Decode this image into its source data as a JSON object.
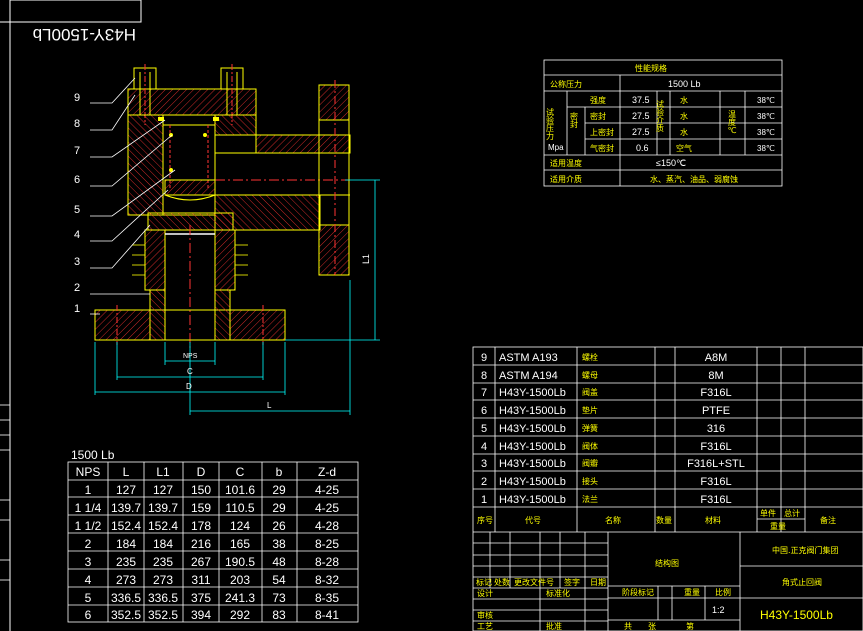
{
  "title_box": "H43Y-1500Lb",
  "part_callouts": [
    "9",
    "8",
    "7",
    "6",
    "5",
    "4",
    "3",
    "2",
    "1"
  ],
  "dimensions": {
    "L1": "L1",
    "NPS": "NPS",
    "C": "C",
    "D": "D",
    "L": "L"
  },
  "perf_table": {
    "title": "性能规格",
    "nominal_pressure_label": "公称压力",
    "nominal_pressure_value": "1500 Lb",
    "test_pressure_label": "试验压力",
    "unit": "Mpa",
    "rows": [
      {
        "name": "强度",
        "value": "37.5",
        "medium": "水",
        "temp": "38℃"
      },
      {
        "name": "密封",
        "value": "27.5",
        "medium": "水",
        "temp": "38℃"
      },
      {
        "name": "上密封",
        "value": "27.5",
        "medium": "水",
        "temp": "38℃"
      },
      {
        "name": "气密封",
        "value": "0.6",
        "medium": "空气",
        "temp": "38℃"
      }
    ],
    "medium_col": "试验介质",
    "temp_col": "温度℃",
    "seal_col": "密封",
    "temp_row_label": "适用温度",
    "temp_row_value": "≤150℃",
    "medium_row_label": "适用介质",
    "medium_row_value": "水、蒸汽、油品、弱腐蚀"
  },
  "dim_table": {
    "title": "1500 Lb",
    "headers": [
      "NPS",
      "L",
      "L1",
      "D",
      "C",
      "b",
      "Z-d"
    ],
    "rows": [
      [
        "1",
        "127",
        "127",
        "150",
        "101.6",
        "29",
        "4-25"
      ],
      [
        "1 1/4",
        "139.7",
        "139.7",
        "159",
        "110.5",
        "29",
        "4-25"
      ],
      [
        "1 1/2",
        "152.4",
        "152.4",
        "178",
        "124",
        "26",
        "4-28"
      ],
      [
        "2",
        "184",
        "184",
        "216",
        "165",
        "38",
        "8-25"
      ],
      [
        "3",
        "235",
        "235",
        "267",
        "190.5",
        "48",
        "8-28"
      ],
      [
        "4",
        "273",
        "273",
        "311",
        "203",
        "54",
        "8-32"
      ],
      [
        "5",
        "336.5",
        "336.5",
        "375",
        "241.3",
        "73",
        "8-35"
      ],
      [
        "6",
        "352.5",
        "352.5",
        "394",
        "292",
        "83",
        "8-41"
      ]
    ]
  },
  "parts_list": {
    "rows": [
      {
        "no": "9",
        "code": "ASTM A193",
        "name": "螺栓",
        "material": "A8M"
      },
      {
        "no": "8",
        "code": "ASTM A194",
        "name": "螺母",
        "material": "8M"
      },
      {
        "no": "7",
        "code": "H43Y-1500Lb",
        "name": "阀盖",
        "material": "F316L"
      },
      {
        "no": "6",
        "code": "H43Y-1500Lb",
        "name": "垫片",
        "material": "PTFE"
      },
      {
        "no": "5",
        "code": "H43Y-1500Lb",
        "name": "弹簧",
        "material": "316"
      },
      {
        "no": "4",
        "code": "H43Y-1500Lb",
        "name": "阀体",
        "material": "F316L"
      },
      {
        "no": "3",
        "code": "H43Y-1500Lb",
        "name": "阀瓣",
        "material": "F316L+STL"
      },
      {
        "no": "2",
        "code": "H43Y-1500Lb",
        "name": "接头",
        "material": "F316L"
      },
      {
        "no": "1",
        "code": "H43Y-1500Lb",
        "name": "法兰",
        "material": "F316L"
      }
    ],
    "header": {
      "no": "序号",
      "code": "代号",
      "name": "名称",
      "qty": "数量",
      "material": "材料",
      "single": "单件",
      "total": "总计",
      "weight": "重量",
      "remark": "备注"
    }
  },
  "title_block": {
    "drawing_name": "结构图",
    "company": "中国.正克阀门集团",
    "product_type": "角式止回阀",
    "model": "H43Y-1500Lb",
    "scale": "1:2",
    "labels": {
      "mark": "标记",
      "count": "处数",
      "doc": "更改文件号",
      "sign": "签字",
      "date": "日期",
      "design": "设计",
      "standard": "标准化",
      "review": "审核",
      "process": "工艺",
      "approve": "批准",
      "stage": "阶段标记",
      "weight": "重量",
      "ratio": "比例",
      "sheet": "共",
      "page": "第",
      "zhang": "张"
    }
  }
}
